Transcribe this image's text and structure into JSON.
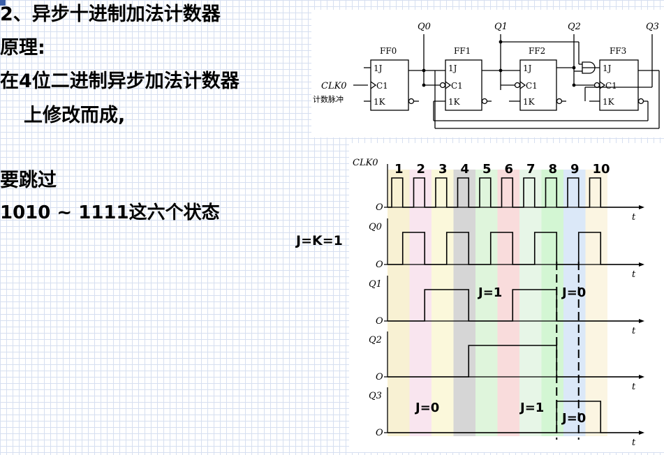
{
  "slide": {
    "title": "2、异步十进制加法计数器",
    "principle": "原理:",
    "line1": "在4位二进制异步加法计数器",
    "line2": "上修改而成,",
    "skip": "要跳过",
    "states": "1010 ~ 1111这六个状态",
    "jk_note": "J=K=1"
  },
  "circuit": {
    "q_labels": [
      "Q0",
      "Q1",
      "Q2",
      "Q3"
    ],
    "ff_labels": [
      "FF0",
      "FF1",
      "FF2",
      "FF3"
    ],
    "pin_j": "1J",
    "pin_c": "C1",
    "pin_k": "1K",
    "clk_label": "CLK0",
    "pulse_label": "计数脉冲"
  },
  "timing": {
    "clk_label": "CLK0",
    "pulse_numbers": [
      "1",
      "2",
      "3",
      "4",
      "5",
      "6",
      "7",
      "8",
      "9",
      "10"
    ],
    "signals": [
      "Q0",
      "Q1",
      "Q2",
      "Q3"
    ],
    "origin": "O",
    "time": "t",
    "notes": {
      "q1_j1": "J=1",
      "q1_j0": "J=0",
      "q3_j0a": "J=0",
      "q3_j1": "J=1",
      "q3_j0b": "J=0"
    },
    "band_colors": [
      "#f6ecc4",
      "#f7dcea",
      "#faf6cf",
      "#c8c8c8",
      "#d4f2d0",
      "#f7d0d0",
      "#dff3df",
      "#c4f3c4",
      "#cfe0f6",
      "#faf2d8"
    ]
  }
}
